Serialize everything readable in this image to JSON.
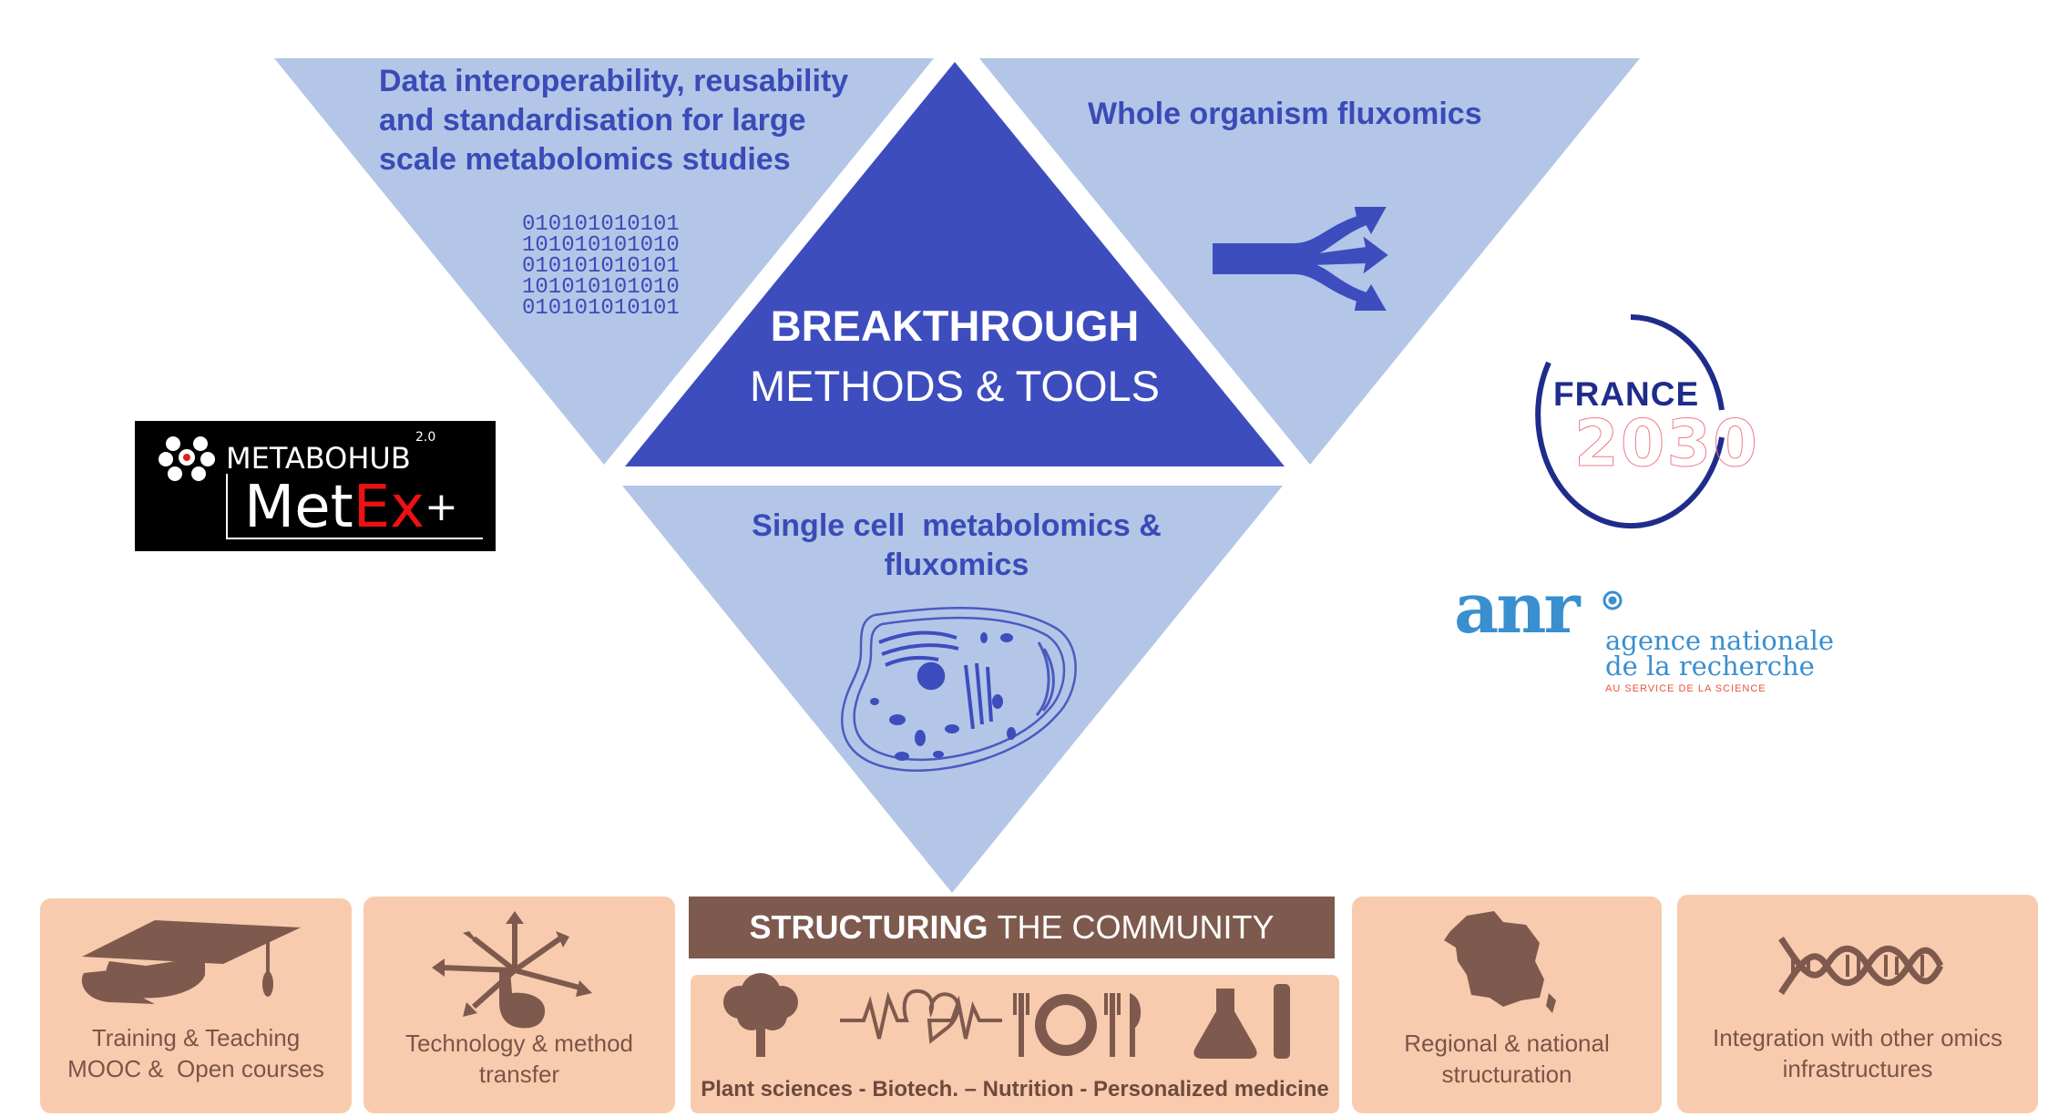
{
  "center": {
    "title": "BREAKTHROUGH",
    "subtitle": "METHODS & TOOLS"
  },
  "panels": {
    "data": {
      "lines": [
        "Data interoperability, reusability",
        "and standardisation for large",
        "scale metabolomics studies"
      ],
      "icon": "binary-code-icon"
    },
    "fluxomics": {
      "label": "Whole organism fluxomics",
      "icon": "split-arrow-icon"
    },
    "single_cell": {
      "lines": [
        "Single cell  metabolomics &",
        "fluxomics"
      ],
      "icon": "cell-icon"
    }
  },
  "logos": {
    "metabohub": {
      "top": "METABOHUB",
      "version": "2.0",
      "main_a": "Met",
      "main_b": "Ex",
      "plus": "+"
    },
    "france2030": {
      "line1": "FRANCE",
      "line2": "2030"
    },
    "anr": {
      "mark": "anr",
      "line1": "agence nationale",
      "line2": "de la recherche",
      "line3": "AU SERVICE DE LA SCIENCE"
    }
  },
  "community": {
    "banner_bold": "STRUCTURING",
    "banner_rest": "THE COMMUNITY",
    "sectors_label": "Plant sciences - Biotech. – Nutrition - Personalized medicine",
    "sector_icons": [
      "tree-icon",
      "heartbeat-icon",
      "plate-cutlery-icon",
      "lab-flask-icon"
    ],
    "boxes": [
      {
        "lines": [
          "Training & Teaching",
          "MOOC &  Open courses"
        ],
        "icon": "graduation-cap-icon"
      },
      {
        "lines": [
          "Technology & method",
          "transfer"
        ],
        "icon": "hand-arrows-icon"
      },
      {
        "lines": [
          "Regional & national",
          "structuration"
        ],
        "icon": "france-map-icon"
      },
      {
        "lines": [
          "Integration with other omics",
          "infrastructures"
        ],
        "icon": "dna-icon"
      }
    ]
  },
  "colors": {
    "panel": "#B3C6E7",
    "center": "#3D4DBE",
    "text_blue": "#3A4BB8",
    "box": "#F9CBAE",
    "brown": "#7E5A4E"
  }
}
